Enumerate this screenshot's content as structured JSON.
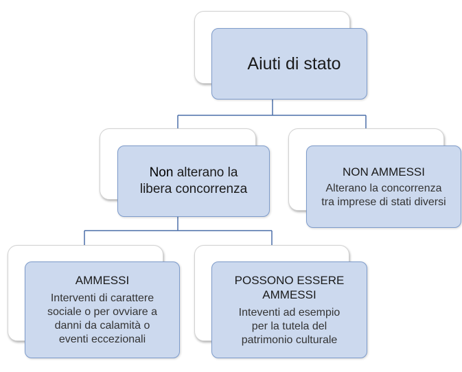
{
  "root": {
    "title": "Aiuti di stato"
  },
  "left_branch": {
    "title_bold": "Non",
    "title_rest_line1": " alterano la",
    "title_line2": "libera concorrenza"
  },
  "right_branch": {
    "heading": "NON AMMESSI",
    "desc_line1": "Alterano la concorrenza",
    "desc_line2": "tra imprese di stati diversi"
  },
  "leaf_ammessi": {
    "heading": "AMMESSI",
    "desc_line1": "Interventi di carattere",
    "desc_line2": "sociale o per ovviare a",
    "desc_line3": "danni da calamità o",
    "desc_line4": "eventi eccezionali"
  },
  "leaf_possono": {
    "heading_line1": "POSSONO ESSERE",
    "heading_line2": "AMMESSI",
    "desc_line1": "Inteventi ad esempio",
    "desc_line2": "per la tutela del",
    "desc_line3": "patrimonio culturale"
  },
  "colors": {
    "box_fill": "#ccd9ee",
    "box_border": "#7d9bcb",
    "connector": "#4a6ea9"
  }
}
